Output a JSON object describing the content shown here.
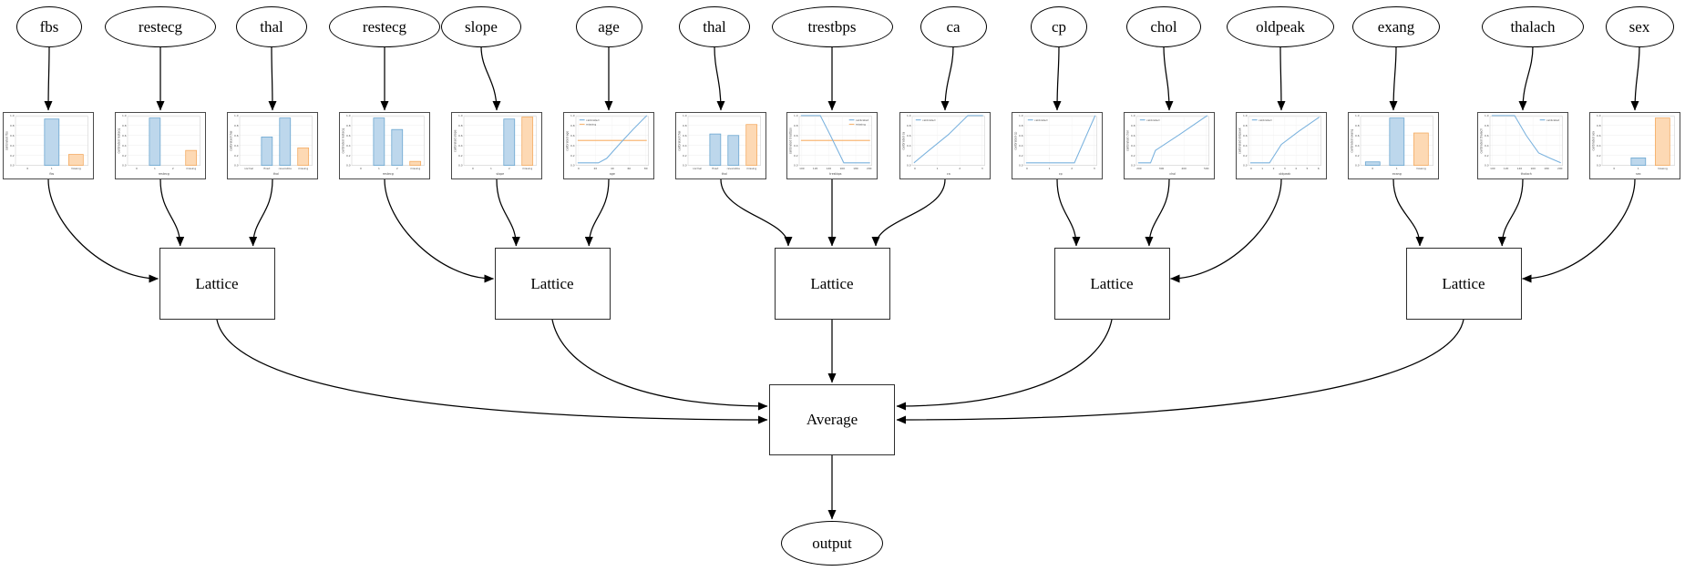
{
  "graph": {
    "lattice_label": "Lattice",
    "average_label": "Average",
    "output_label": "output"
  },
  "colors": {
    "bar_blue_fill": "#bdd7ec",
    "bar_blue_edge": "#67a4cf",
    "bar_orange_fill": "#fdd9b4",
    "bar_orange_edge": "#f3a95f",
    "line_blue": "#7ab2de",
    "line_orange": "#f9b877",
    "edge_black": "#000000",
    "grid": "#ececec",
    "spine": "#d0d0d0"
  },
  "connections": {
    "lattice_inputs": [
      [
        0,
        1,
        2
      ],
      [
        3,
        4,
        5
      ],
      [
        6,
        7,
        8
      ],
      [
        9,
        10,
        11
      ],
      [
        12,
        13,
        14
      ]
    ],
    "lattices_to": "Average",
    "average_to": "output"
  },
  "lattices": [
    {
      "label": "Lattice"
    },
    {
      "label": "Lattice"
    },
    {
      "label": "Lattice"
    },
    {
      "label": "Lattice"
    },
    {
      "label": "Lattice"
    }
  ],
  "average": {
    "label": "Average"
  },
  "output": {
    "label": "output"
  },
  "features": [
    {
      "label": "fbs",
      "chart": {
        "type": "bar",
        "ylabel": "calibrated fbs",
        "xlabel": "fbs",
        "yticks": [
          "0.0",
          "0.2",
          "0.4",
          "0.6",
          "0.8",
          "1.0"
        ],
        "categories": [
          "0",
          "1",
          "missing"
        ],
        "values": [
          0,
          0.93,
          0.22
        ],
        "bar_colors": [
          "blue",
          "blue",
          "orange"
        ]
      }
    },
    {
      "label": "restecg",
      "chart": {
        "type": "bar",
        "ylabel": "calibrated restecg",
        "xlabel": "restecg",
        "yticks": [
          "0.0",
          "0.2",
          "0.4",
          "0.6",
          "0.8",
          "1.0"
        ],
        "categories": [
          "0",
          "1",
          "2",
          "missing"
        ],
        "values": [
          0,
          0.95,
          0,
          0.3
        ],
        "bar_colors": [
          "blue",
          "blue",
          "blue",
          "orange"
        ]
      }
    },
    {
      "label": "thal",
      "chart": {
        "type": "bar",
        "ylabel": "calibrated thal",
        "xlabel": "thal",
        "yticks": [
          "0.0",
          "0.2",
          "0.4",
          "0.6",
          "0.8",
          "1.0"
        ],
        "categories": [
          "normal",
          "fixed",
          "reversible",
          "missing"
        ],
        "values": [
          0,
          0.57,
          0.95,
          0.35
        ],
        "bar_colors": [
          "blue",
          "blue",
          "blue",
          "orange"
        ]
      }
    },
    {
      "label": "restecg",
      "chart": {
        "type": "bar",
        "ylabel": "calibrated restecg",
        "xlabel": "restecg",
        "yticks": [
          "0.0",
          "0.2",
          "0.4",
          "0.6",
          "0.8",
          "1.0"
        ],
        "categories": [
          "0",
          "1",
          "2",
          "missing"
        ],
        "values": [
          0,
          0.95,
          0.72,
          0.08
        ],
        "bar_colors": [
          "blue",
          "blue",
          "blue",
          "orange"
        ]
      }
    },
    {
      "label": "slope",
      "chart": {
        "type": "bar",
        "ylabel": "calibrated slope",
        "xlabel": "slope",
        "yticks": [
          "0.0",
          "0.2",
          "0.4",
          "0.6",
          "0.8",
          "1.0"
        ],
        "categories": [
          "0",
          "1",
          "2",
          "missing"
        ],
        "values": [
          0,
          0,
          0.93,
          0.97
        ],
        "bar_colors": [
          "blue",
          "blue",
          "blue",
          "orange"
        ]
      }
    },
    {
      "label": "age",
      "chart": {
        "type": "line",
        "ylabel": "calibrated age",
        "xlabel": "age",
        "yticks": [
          "0.0",
          "0.2",
          "0.4",
          "0.6",
          "0.8",
          "1.0"
        ],
        "xticks": [
          "0",
          "20",
          "40",
          "60",
          "80"
        ],
        "points": [
          [
            0,
            0.05
          ],
          [
            0.3,
            0.05
          ],
          [
            0.42,
            0.14
          ],
          [
            0.6,
            0.42
          ],
          [
            0.8,
            0.72
          ],
          [
            1,
            1.0
          ]
        ],
        "missing_value": 0.5,
        "legend": [
          "calibrated",
          "missing"
        ],
        "legend_pos": "tl"
      }
    },
    {
      "label": "thal",
      "chart": {
        "type": "bar",
        "ylabel": "calibrated thal",
        "xlabel": "thal",
        "yticks": [
          "0.0",
          "0.2",
          "0.4",
          "0.6",
          "0.8",
          "1.0"
        ],
        "categories": [
          "normal",
          "fixed",
          "reversible",
          "missing"
        ],
        "values": [
          0,
          0.63,
          0.6,
          0.82
        ],
        "bar_colors": [
          "blue",
          "blue",
          "blue",
          "orange"
        ]
      }
    },
    {
      "label": "trestbps",
      "chart": {
        "type": "line",
        "ylabel": "calibrated trestbps",
        "xlabel": "trestbps",
        "yticks": [
          "0.0",
          "0.2",
          "0.4",
          "0.6",
          "0.8",
          "1.0"
        ],
        "xticks": [
          "100",
          "120",
          "140",
          "160",
          "180",
          "200"
        ],
        "points": [
          [
            0,
            1.0
          ],
          [
            0.28,
            1.0
          ],
          [
            0.42,
            0.62
          ],
          [
            0.62,
            0.05
          ],
          [
            1,
            0.05
          ]
        ],
        "missing_value": 0.5,
        "legend": [
          "calibrated",
          "missing"
        ],
        "legend_pos": "tr"
      }
    },
    {
      "label": "ca",
      "chart": {
        "type": "line",
        "ylabel": "calibrated ca",
        "xlabel": "ca",
        "yticks": [
          "0.0",
          "0.2",
          "0.4",
          "0.6",
          "0.8",
          "1.0"
        ],
        "xticks": [
          "0",
          "1",
          "2",
          "3"
        ],
        "points": [
          [
            0,
            0.05
          ],
          [
            0.2,
            0.28
          ],
          [
            0.5,
            0.62
          ],
          [
            0.78,
            1.0
          ],
          [
            1,
            1.0
          ]
        ],
        "missing_value": null,
        "legend": [
          "calibrated"
        ],
        "legend_pos": "tl"
      }
    },
    {
      "label": "cp",
      "chart": {
        "type": "line",
        "ylabel": "calibrated cp",
        "xlabel": "cp",
        "yticks": [
          "0.0",
          "0.2",
          "0.4",
          "0.6",
          "0.8",
          "1.0"
        ],
        "xticks": [
          "0",
          "1",
          "2",
          "3"
        ],
        "points": [
          [
            0,
            0.05
          ],
          [
            0.7,
            0.05
          ],
          [
            1,
            1.0
          ]
        ],
        "missing_value": null,
        "legend": [
          "calibrated"
        ],
        "legend_pos": "tl"
      }
    },
    {
      "label": "chol",
      "chart": {
        "type": "line",
        "ylabel": "calibrated chol",
        "xlabel": "chol",
        "yticks": [
          "0.0",
          "0.2",
          "0.4",
          "0.6",
          "0.8",
          "1.0"
        ],
        "xticks": [
          "200",
          "300",
          "400",
          "500"
        ],
        "points": [
          [
            0,
            0.05
          ],
          [
            0.18,
            0.05
          ],
          [
            0.25,
            0.3
          ],
          [
            0.6,
            0.62
          ],
          [
            1,
            1.0
          ]
        ],
        "missing_value": null,
        "legend": [
          "calibrated"
        ],
        "legend_pos": "tl"
      }
    },
    {
      "label": "oldpeak",
      "chart": {
        "type": "line",
        "ylabel": "calibrated oldpeak",
        "xlabel": "oldpeak",
        "yticks": [
          "0.0",
          "0.2",
          "0.4",
          "0.6",
          "0.8",
          "1.0"
        ],
        "xticks": [
          "0",
          "1",
          "2",
          "3",
          "4",
          "5",
          "6"
        ],
        "points": [
          [
            0,
            0.05
          ],
          [
            0.28,
            0.05
          ],
          [
            0.45,
            0.42
          ],
          [
            0.7,
            0.68
          ],
          [
            1,
            0.97
          ]
        ],
        "missing_value": null,
        "legend": [
          "calibrated"
        ],
        "legend_pos": "tl"
      }
    },
    {
      "label": "exang",
      "chart": {
        "type": "bar",
        "ylabel": "calibrated exang",
        "xlabel": "exang",
        "yticks": [
          "0.0",
          "0.2",
          "0.4",
          "0.6",
          "0.8",
          "1.0"
        ],
        "categories": [
          "0",
          "1",
          "missing"
        ],
        "values": [
          0.07,
          0.95,
          0.65
        ],
        "bar_colors": [
          "blue",
          "blue",
          "orange"
        ]
      }
    },
    {
      "label": "thalach",
      "chart": {
        "type": "line",
        "ylabel": "calibrated thalach",
        "xlabel": "thalach",
        "yticks": [
          "0.0",
          "0.2",
          "0.4",
          "0.6",
          "0.8",
          "1.0"
        ],
        "xticks": [
          "100",
          "120",
          "140",
          "160",
          "180",
          "200"
        ],
        "points": [
          [
            0,
            1.0
          ],
          [
            0.33,
            1.0
          ],
          [
            0.5,
            0.6
          ],
          [
            0.68,
            0.25
          ],
          [
            0.85,
            0.14
          ],
          [
            1,
            0.05
          ]
        ],
        "missing_value": null,
        "legend": [
          "calibrated"
        ],
        "legend_pos": "tr"
      }
    },
    {
      "label": "sex",
      "chart": {
        "type": "bar",
        "ylabel": "calibrated sex",
        "xlabel": "sex",
        "yticks": [
          "0.0",
          "0.2",
          "0.4",
          "0.6",
          "0.8",
          "1.0"
        ],
        "categories": [
          "0",
          "1",
          "missing"
        ],
        "values": [
          0,
          0.15,
          0.95
        ],
        "bar_colors": [
          "blue",
          "blue",
          "orange"
        ]
      }
    }
  ]
}
